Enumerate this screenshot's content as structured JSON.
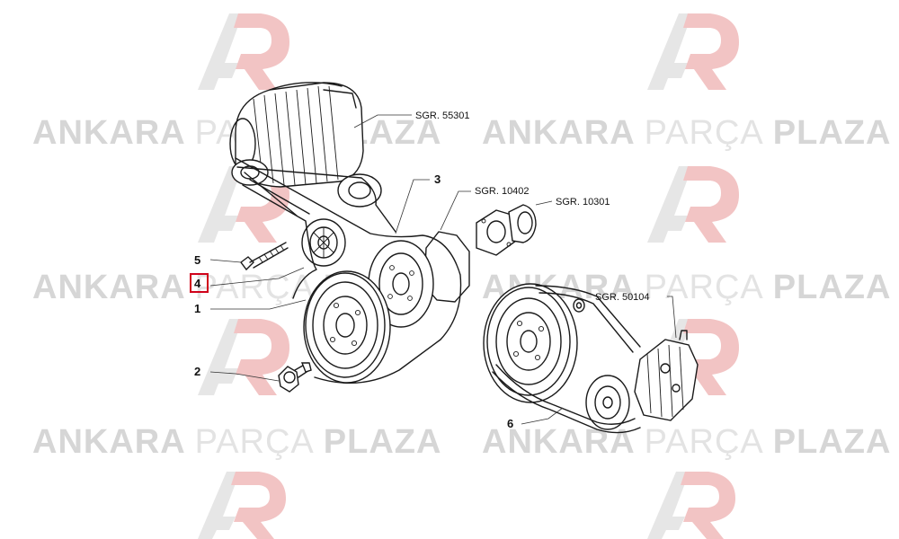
{
  "watermark": {
    "brand_bold_1": "ANKARA",
    "brand_light": "PARÇA",
    "brand_bold_2": "PLAZA"
  },
  "colors": {
    "logo_red": "#f2c4c4",
    "logo_grey": "#e4e4e4",
    "watermark_text": "#d6d6d6",
    "highlight_box": "#d0021b",
    "ink": "#1a1a1a"
  },
  "labels": {
    "part_1": "1",
    "part_2": "2",
    "part_3": "3",
    "part_4": "4",
    "part_5": "5",
    "part_6": "6",
    "ref_alternator": "SGR. 55301",
    "ref_water_pump_a": "SGR. 10402",
    "ref_water_pump_b": "SGR. 10301",
    "ref_compressor": "SGR. 50104"
  },
  "highlighted_part": "4"
}
